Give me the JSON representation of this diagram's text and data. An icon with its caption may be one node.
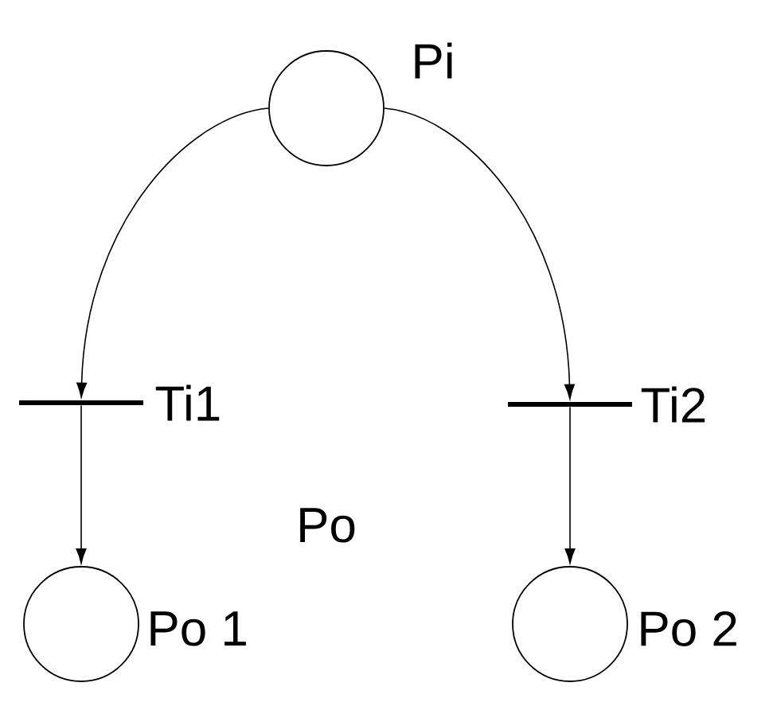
{
  "diagram": {
    "nodes": [
      {
        "text": [],
        "shape": "circle",
        "beside": [
          "Pi"
        ]
      },
      {
        "text": [],
        "shape": "bar",
        "beside": [
          "Ti1"
        ]
      },
      {
        "text": [],
        "shape": "bar",
        "beside": [
          "Ti2"
        ]
      },
      {
        "text": [],
        "shape": "circle",
        "beside": [
          "Po 1"
        ]
      },
      {
        "text": [],
        "shape": "circle",
        "beside": [
          "Po 2"
        ]
      }
    ],
    "edges": [
      {
        "from": 0,
        "to": 1,
        "arrow": "to"
      },
      {
        "from": 0,
        "to": 2,
        "arrow": "to"
      },
      {
        "from": 1,
        "to": 3,
        "arrow": "to"
      },
      {
        "from": 2,
        "to": 4,
        "arrow": "to"
      }
    ],
    "labels": [
      "Po"
    ]
  }
}
